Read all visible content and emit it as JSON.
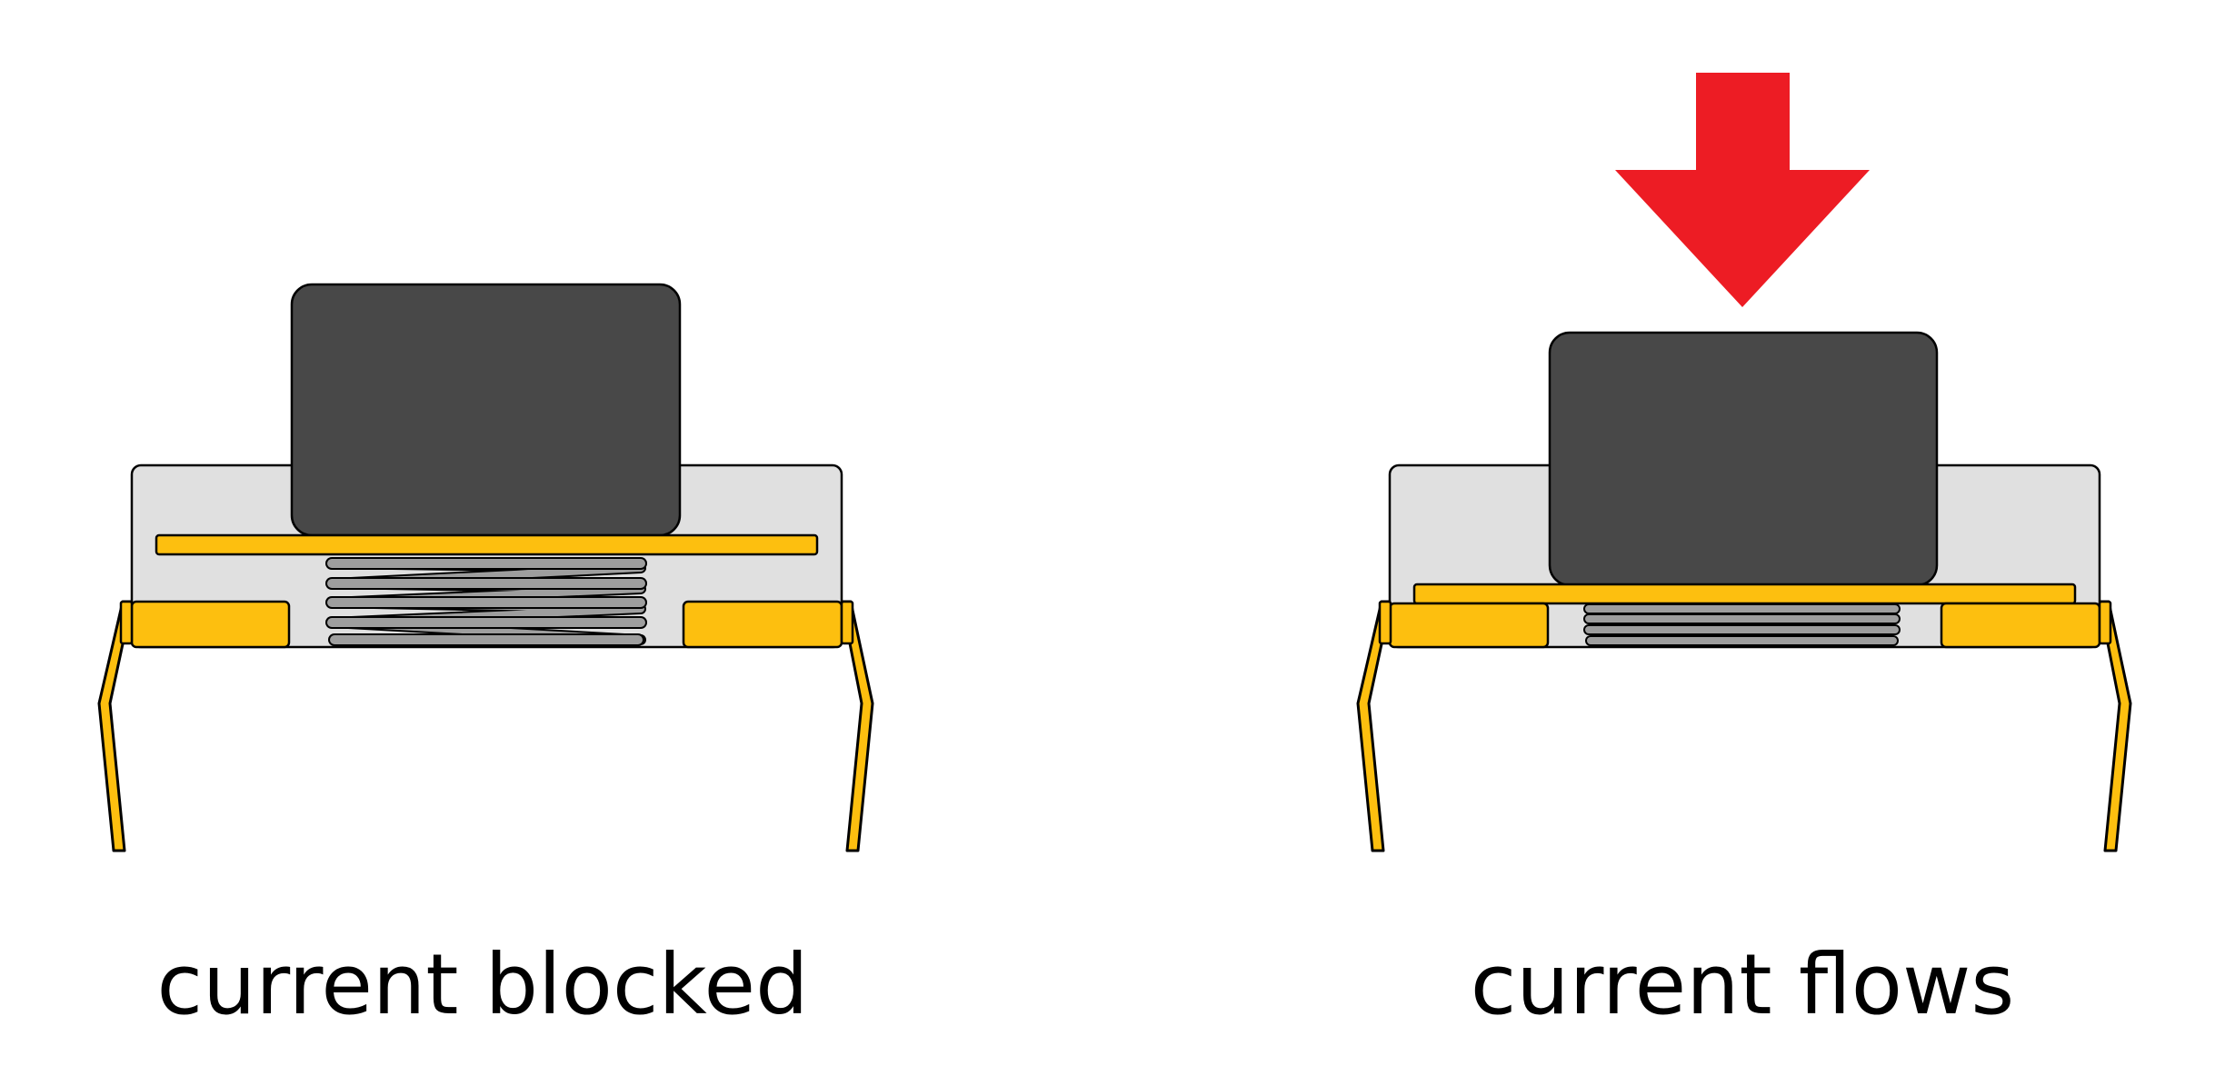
{
  "colors": {
    "housing": "#e0e0e0",
    "plunger": "#484848",
    "contact": "#fdbf0f",
    "spring": "#9e9e9e",
    "arrow": "#ed1c24",
    "outline": "#000000",
    "caption": "#000000"
  },
  "panels": [
    {
      "state": "released",
      "caption": "current blocked",
      "pressed": false
    },
    {
      "state": "pressed",
      "caption": "current flows",
      "pressed": true
    }
  ]
}
